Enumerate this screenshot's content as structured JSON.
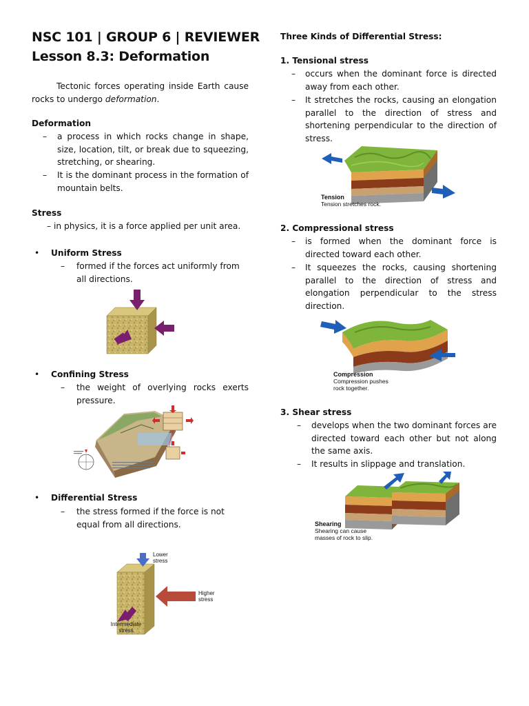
{
  "header": {
    "line1": "NSC 101 | GROUP 6 | REVIEWER",
    "line2": "Lesson 8.3: Deformation"
  },
  "intro": {
    "before": "Tectonic forces operating inside Earth cause rocks to undergo ",
    "em": "deformation",
    "after": "."
  },
  "deformation": {
    "heading": "Deformation",
    "points": [
      "a process in which rocks change in shape, size, location, tilt, or break due to squeezing, stretching, or shearing.",
      "It is the dominant process in the formation of mountain belts."
    ]
  },
  "stress": {
    "heading": "Stress",
    "definition": "– in physics, it is a force applied per unit area."
  },
  "uniform": {
    "heading": "Uniform Stress",
    "point": "formed if the forces act uniformly from all directions."
  },
  "confining": {
    "heading": "Confining Stress",
    "point": "the weight of overlying rocks exerts pressure."
  },
  "differential": {
    "heading": "Differential Stress",
    "point": "the stress formed if the force is not equal from all directions.",
    "figure_labels": {
      "lower": "Lower stress",
      "higher": "Higher stress",
      "intermediate": "Intermediate stress"
    }
  },
  "kinds": {
    "heading": "Three Kinds of Differential Stress:",
    "tensional": {
      "heading": "1.  Tensional stress",
      "points": [
        "occurs when the dominant force is directed away from each other.",
        "It stretches the rocks, causing an elongation parallel to the direction of stress and shortening perpendicular to the direction of stress."
      ],
      "caption_title": "Tension",
      "caption_text": "Tension stretches rock."
    },
    "compressional": {
      "heading": "2.  Compressional stress",
      "points": [
        "is formed when the dominant force is directed toward each other.",
        "It squeezes the rocks, causing shortening parallel to the direction of stress and elongation perpendicular to the stress direction."
      ],
      "caption_title": "Compression",
      "caption_text": "Compression pushes rock together."
    },
    "shear": {
      "heading": "3.  Shear stress",
      "points": [
        "develops when the two dominant forces are directed toward each other but not along the same axis.",
        "It results in slippage and translation."
      ],
      "caption_title": "Shearing",
      "caption_text": "Shearing can cause masses of rock to slip."
    }
  },
  "symbols": {
    "dash": "–",
    "bullet": "•"
  },
  "colors": {
    "arrow_blue": "#1f5fb8",
    "arrow_purple": "#7a1f6e",
    "arrow_red": "#a13a2a",
    "grass_green": "#7fb53a",
    "soil_brown": "#8b3a1a",
    "rock_tan": "#c9b56a"
  }
}
